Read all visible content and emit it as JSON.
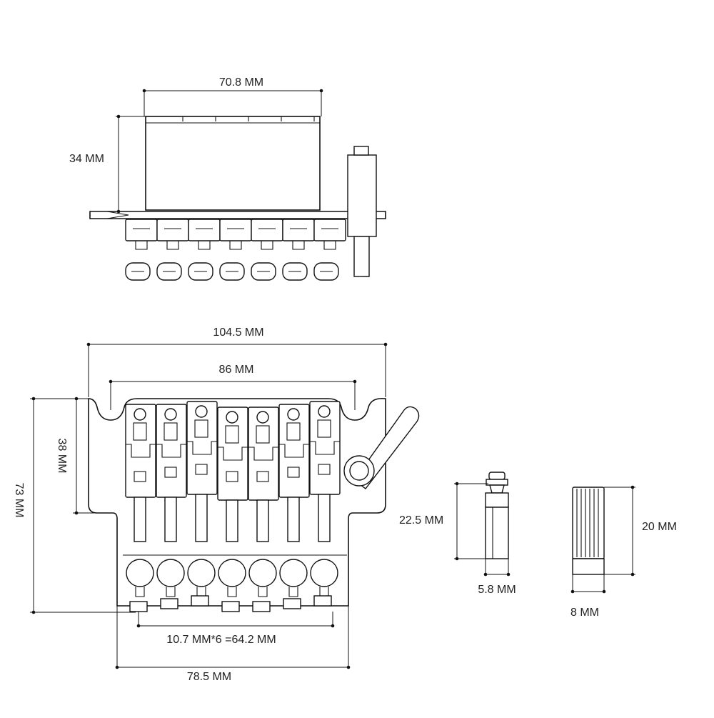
{
  "colors": {
    "line": "#111111",
    "text": "#222222",
    "background": "#ffffff"
  },
  "dimensions": {
    "side_width": "70.8 MM",
    "side_height": "34 MM",
    "total_width": "104.5 MM",
    "stud_spacing": "86 MM",
    "base_height": "38 MM",
    "total_length": "73 MM",
    "string_spacing": "10.7 MM*6 =64.2 MM",
    "base_width": "78.5 MM",
    "post_height": "22.5 MM",
    "post_diameter": "5.8 MM",
    "bushing_height": "20 MM",
    "bushing_diameter": "8 MM"
  }
}
